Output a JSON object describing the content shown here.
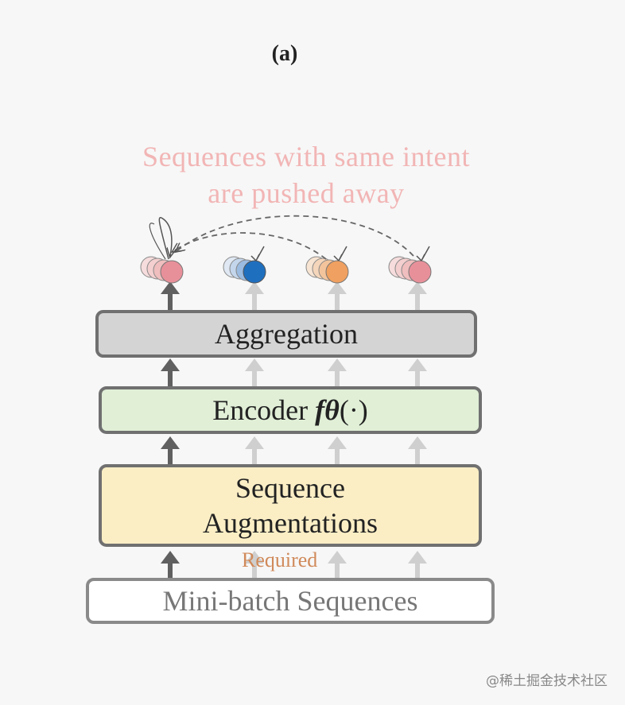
{
  "panel_label": "(a)",
  "caption": {
    "line1": "Sequences with same intent",
    "line2": "are pushed away"
  },
  "boxes": {
    "aggregation": "Aggregation",
    "encoder": "Encoder",
    "encoder_func": "fθ",
    "encoder_args": "(·)",
    "augmentation_line1": "Sequence",
    "augmentation_line2": "Augmentations",
    "required": "Required",
    "mini_batch": "Mini-batch Sequences"
  },
  "node_colors": [
    "#e8909a",
    "#1f6fbf",
    "#f0a060",
    "#e8909a"
  ],
  "colors": {
    "aggregation_fill": "#d4d4d4",
    "encoder_fill": "#e0efd6",
    "augmentation_fill": "#fbeec5",
    "caption_text": "#f2b5b5",
    "active_arrow": "#606060",
    "faded_arrow": "#cfcfcf"
  },
  "watermark": "@稀土掘金技术社区"
}
